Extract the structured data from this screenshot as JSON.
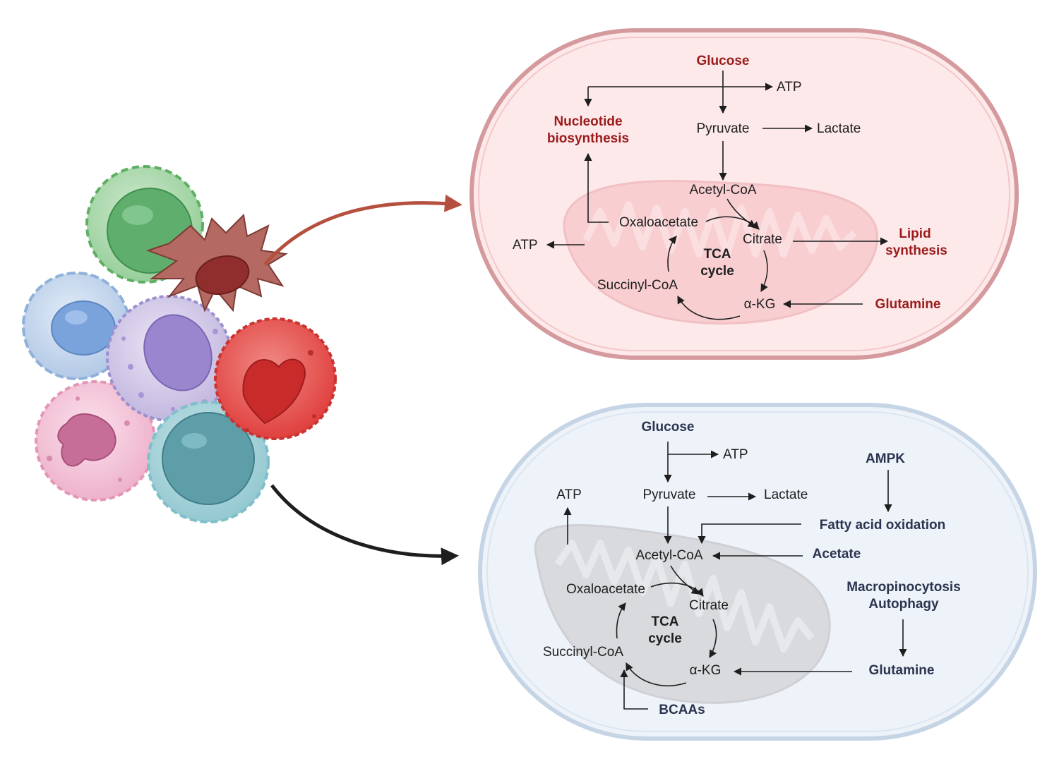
{
  "top_panel": {
    "glucose": "Glucose",
    "atp_top": "ATP",
    "nucleotide_l1": "Nucleotide",
    "nucleotide_l2": "biosynthesis",
    "pyruvate": "Pyruvate",
    "lactate": "Lactate",
    "acetyl_coa": "Acetyl-CoA",
    "oxaloacetate": "Oxaloacetate",
    "citrate": "Citrate",
    "atp_left": "ATP",
    "lipid_l1": "Lipid",
    "lipid_l2": "synthesis",
    "tca_l1": "TCA",
    "tca_l2": "cycle",
    "succinyl_coa": "Succinyl-CoA",
    "akg": "α-KG",
    "glutamine": "Glutamine"
  },
  "bottom_panel": {
    "glucose": "Glucose",
    "atp_glucose": "ATP",
    "ampk": "AMPK",
    "atp_left": "ATP",
    "pyruvate": "Pyruvate",
    "lactate": "Lactate",
    "fatty_acid": "Fatty acid oxidation",
    "acetyl_coa": "Acetyl-CoA",
    "acetate": "Acetate",
    "oxaloacetate": "Oxaloacetate",
    "citrate": "Citrate",
    "macro_l1": "Macropinocytosis",
    "macro_l2": "Autophagy",
    "tca_l1": "TCA",
    "tca_l2": "cycle",
    "succinyl_coa": "Succinyl-CoA",
    "akg": "α-KG",
    "glutamine": "Glutamine",
    "bcaas": "BCAAs"
  },
  "colors": {
    "top_accent": "#9b1b1b",
    "bottom_accent": "#2c3550",
    "top_cell_fill": "#fde9ea",
    "bottom_cell_fill": "#eef3f9",
    "red_arrow": "#b5503f",
    "black_arrow": "#1e1e1e"
  }
}
